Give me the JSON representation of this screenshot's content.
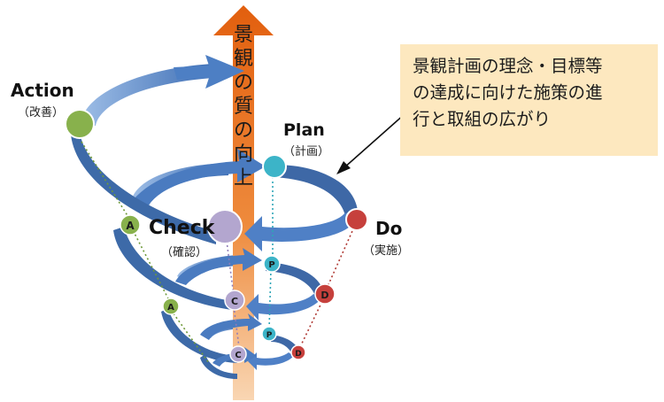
{
  "axis": {
    "text": "景観の質の向上",
    "chars": [
      "景",
      "観",
      "の",
      "質",
      "の",
      "向",
      "上"
    ]
  },
  "callout": {
    "lines": [
      "景観計画の理念・目標等",
      "の達成に向けた施策の進",
      "行と取組の広がり"
    ]
  },
  "cycle": {
    "plan": {
      "label": "Plan",
      "sub": "（計画）",
      "letter": "P",
      "color": "#3cb4c8"
    },
    "do": {
      "label": "Do",
      "sub": "（実施）",
      "letter": "D",
      "color": "#c6403c"
    },
    "check": {
      "label": "Check",
      "sub": "（確認）",
      "letter": "C",
      "color": "#b3a6cf"
    },
    "action": {
      "label": "Action",
      "sub": "（改善）",
      "letter": "A",
      "color": "#88b14c"
    }
  },
  "colors": {
    "axis_arrow": "#e8731a",
    "spiral_blue": "#4f7fc2",
    "callout_bg": "#fde8bf"
  }
}
